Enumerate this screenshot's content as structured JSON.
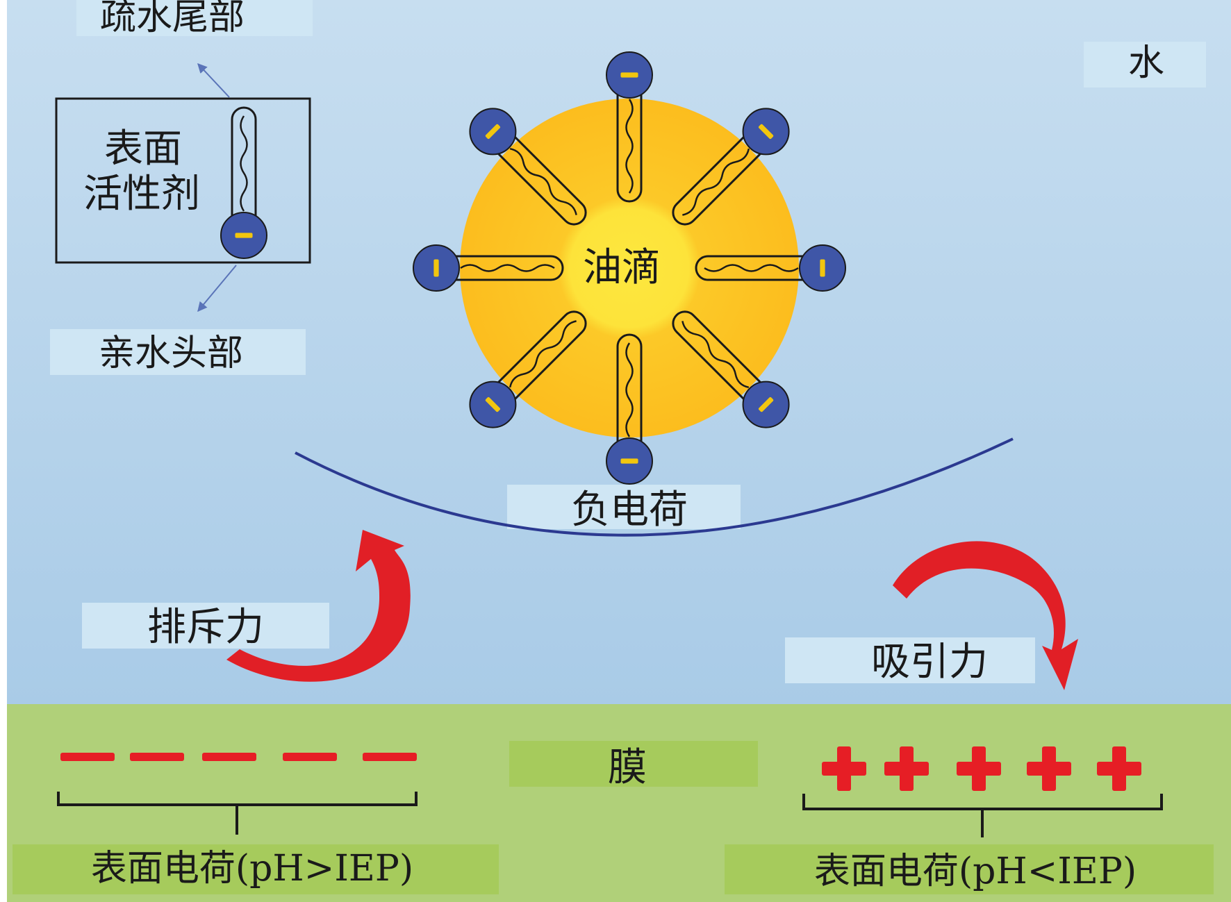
{
  "labels": {
    "hydrophobic_tail": "疏水尾部",
    "water": "水",
    "surfactant_line1": "表面",
    "surfactant_line2": "活性剂",
    "hydrophilic_head": "亲水头部",
    "oil_droplet": "油滴",
    "negative_charge": "负电荷",
    "repulsion": "排斥力",
    "attraction": "吸引力",
    "membrane": "膜",
    "surface_charge_high_ph": "表面电荷(pH>IEP)",
    "surface_charge_low_ph": "表面电荷(pH<IEP)"
  },
  "symbols": {
    "minus": "−",
    "plus": "+"
  },
  "counts": {
    "surfactants_on_droplet": 8,
    "membrane_minus_signs": 5,
    "membrane_plus_signs": 5
  },
  "colors": {
    "water_top": "#c3dcee",
    "water_bottom": "#a9cbe7",
    "membrane": "#b0d079",
    "label_band_water": "#cfe6f4",
    "label_band_membrane": "#a6cb5c",
    "oil_outer": "#fcbd1e",
    "oil_inner": "#fde33a",
    "surfactant_head": "#3f56a7",
    "head_charge": "#f2c60e",
    "force_arrow": "#e11f26",
    "curve": "#2b3990",
    "membrane_sign": "#e61e25"
  }
}
